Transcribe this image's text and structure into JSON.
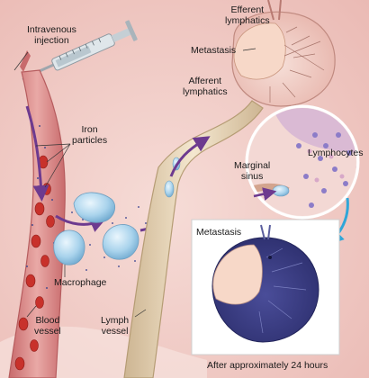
{
  "labels": {
    "intravenous_injection": "Intravenous\ninjection",
    "efferent_lymphatics": "Efferent\nlymphatics",
    "metastasis_top": "Metastasis",
    "afferent_lymphatics": "Afferent\nlymphatics",
    "iron_particles": "Iron\nparticles",
    "marginal_sinus": "Marginal\nsinus",
    "lymphocytes": "Lymphocytes",
    "macrophage": "Macrophage",
    "metastasis_bottom": "Metastasis",
    "blood_vessel": "Blood\nvessel",
    "lymph_vessel": "Lymph\nvessel",
    "after_24h": "After approximately 24 hours"
  },
  "colors": {
    "background": "#f3d6d0",
    "blood_vessel": "#d98a88",
    "red_cells": "#c8312b",
    "lymph_vessel": "#e9d7b5",
    "node_tissue": "#f2d4cc",
    "metastasis": "#f7d8c8",
    "dark_node": "#3c3f86",
    "particles": "#a9d3ec",
    "arrow": "#6d3a8f",
    "cyan_arrow": "#2fa6d8"
  }
}
